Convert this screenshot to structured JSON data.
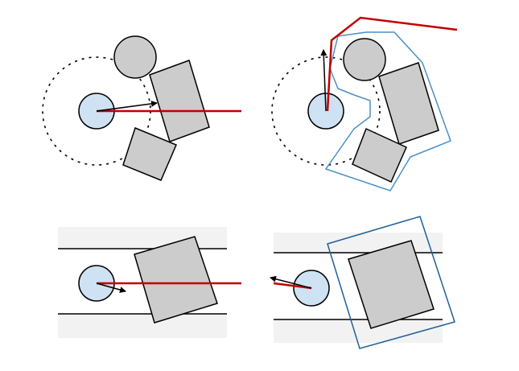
{
  "figure": {
    "panels": [
      {
        "key": "top-left",
        "elements": [
          "robot",
          "sensing-range",
          "heading-arrow",
          "ray",
          "obstacle-circle",
          "obstacle-rect",
          "obstacle-square"
        ]
      },
      {
        "key": "top-right",
        "elements": [
          "robot",
          "sensing-range",
          "heading-arrow",
          "ray",
          "obstacle-circle",
          "obstacle-rect",
          "obstacle-square",
          "inflated-boundary"
        ]
      },
      {
        "key": "bottom-left",
        "elements": [
          "corridor",
          "robot",
          "heading-arrow",
          "ray",
          "obstacle-rect"
        ]
      },
      {
        "key": "bottom-right",
        "elements": [
          "corridor",
          "robot",
          "heading-arrow",
          "ray",
          "obstacle-rect",
          "inflated-boundary"
        ]
      }
    ]
  },
  "colors": {
    "background": "#ffffff",
    "robot_fill": "#cfe2f3",
    "obstacle_fill": "#cccccc",
    "stroke": "#000000",
    "ray": "#c00000",
    "inflated_boundary_light": "#4a8fc7",
    "inflated_boundary_dark": "#1f5f99",
    "corridor_band": "#f2f2f2"
  }
}
